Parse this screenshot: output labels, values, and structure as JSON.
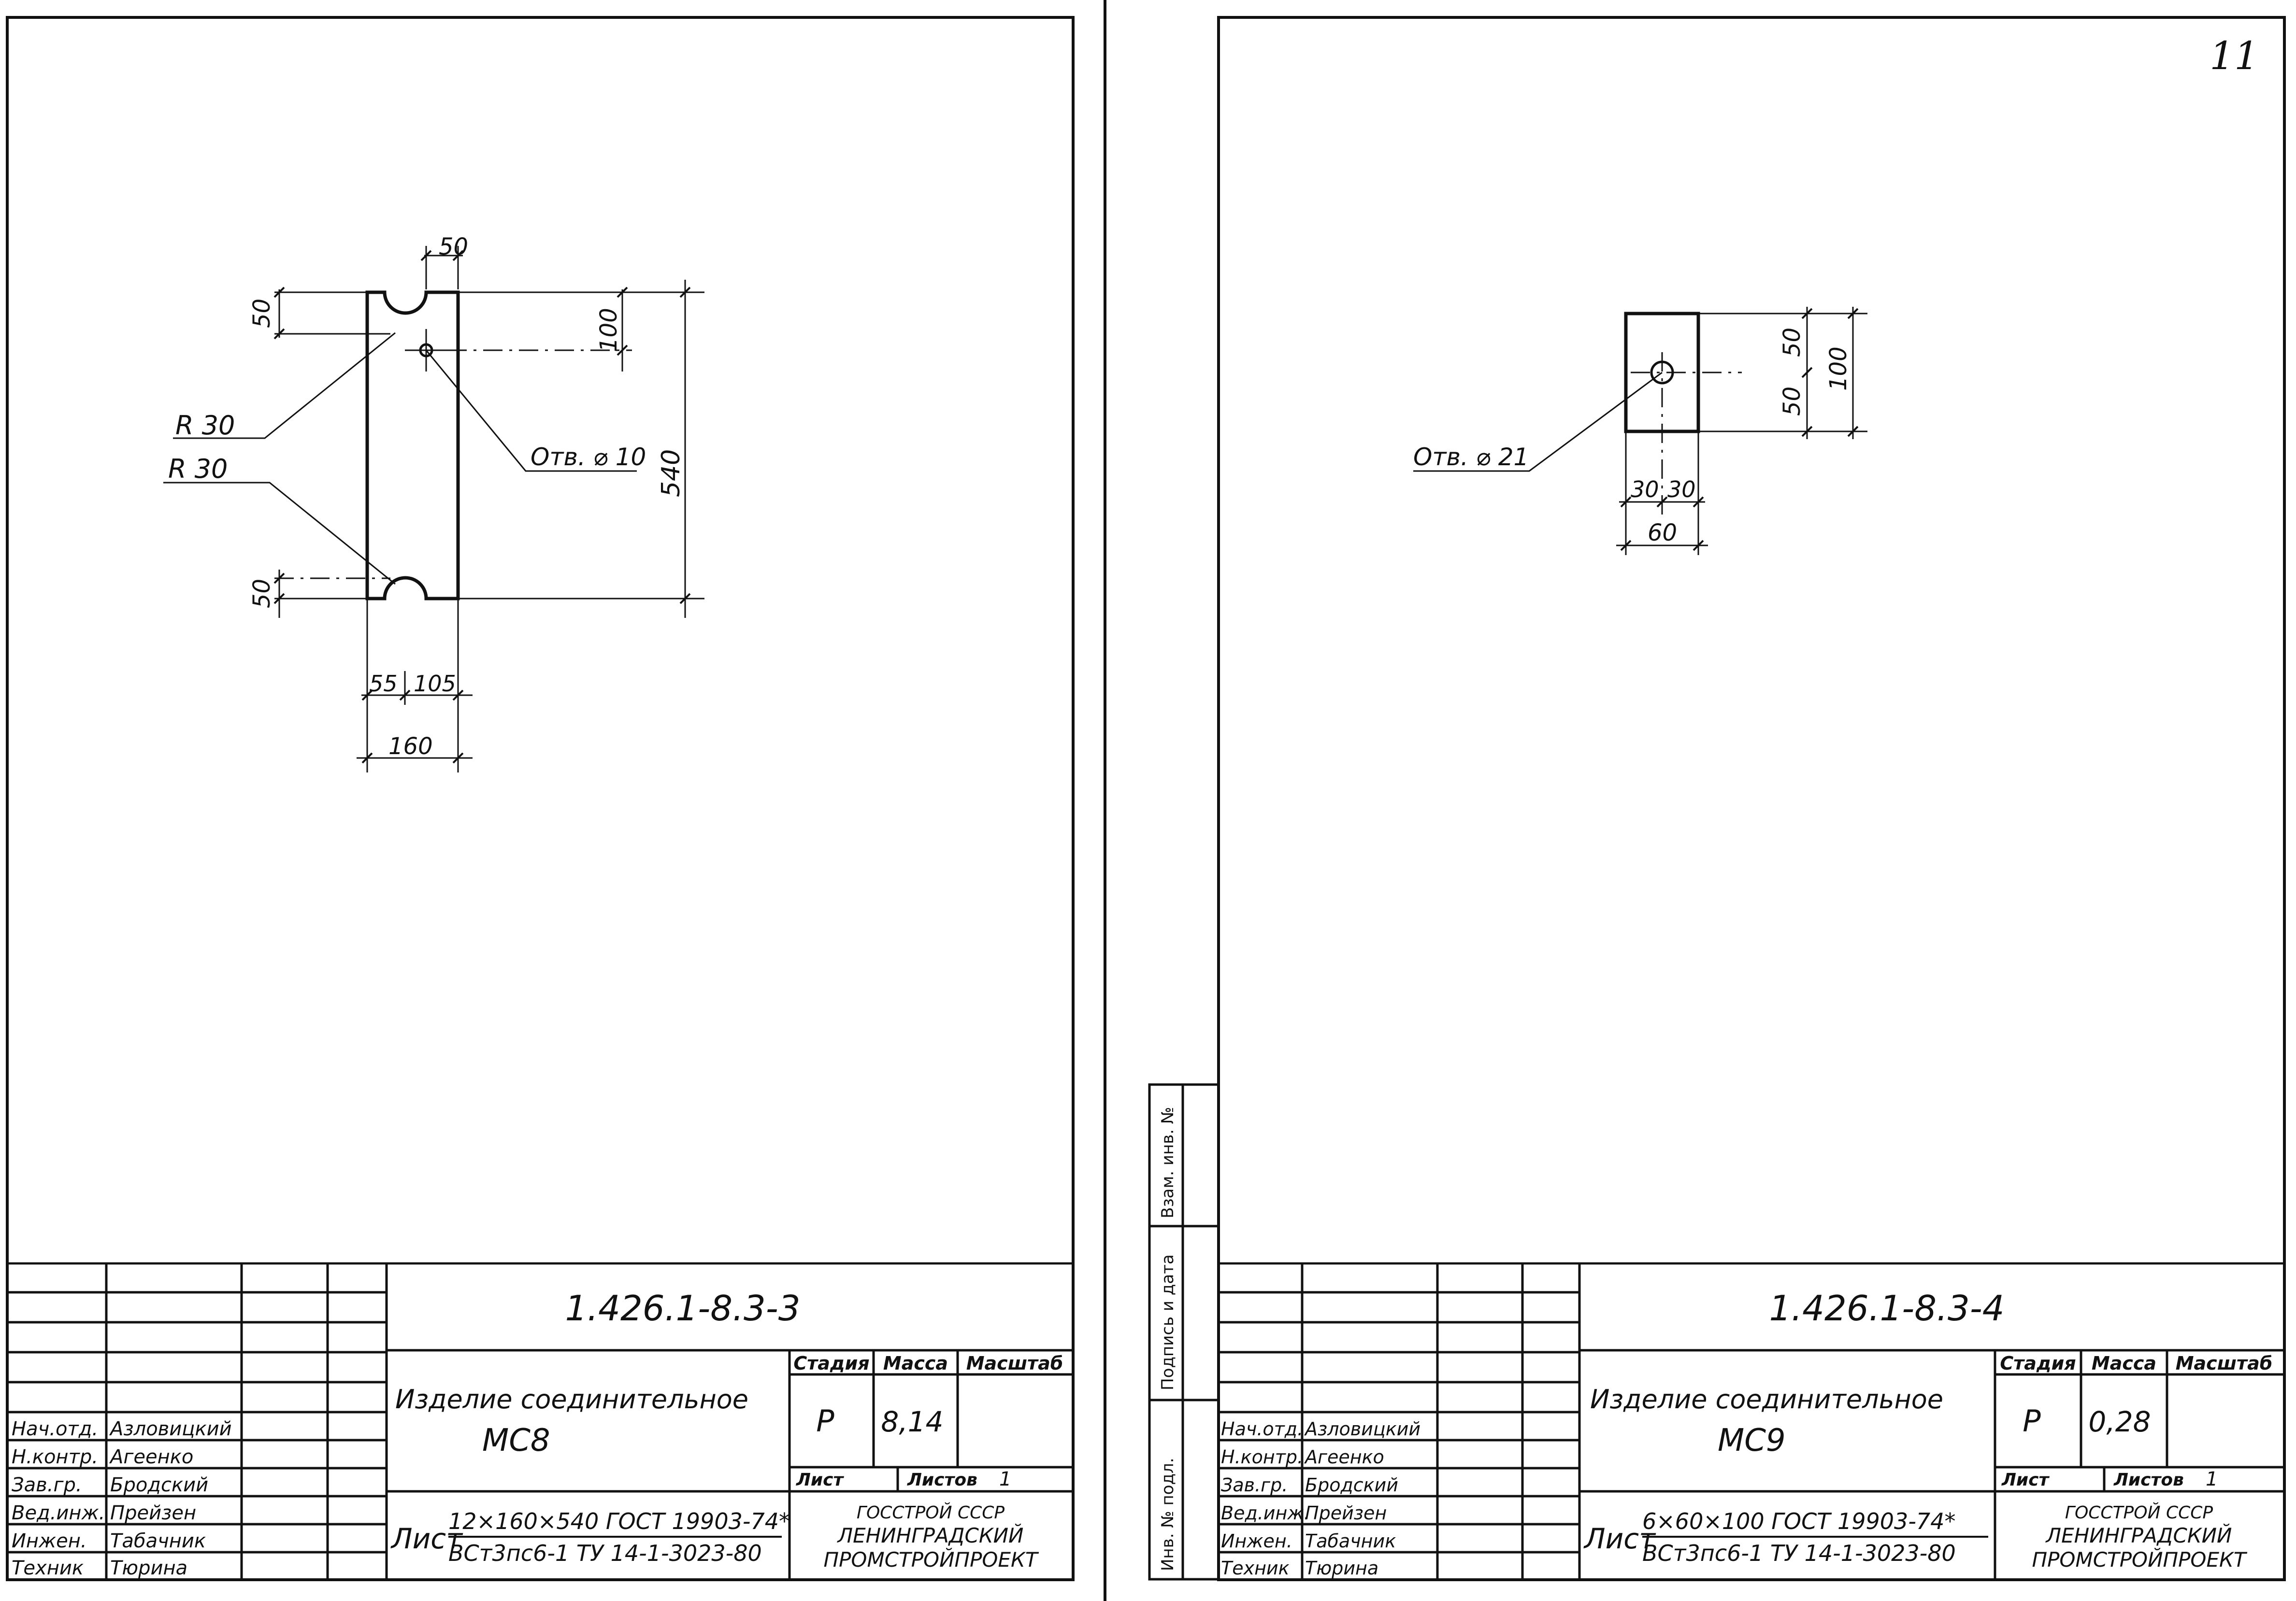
{
  "left_sheet": {
    "code": "1.426.1-8.3-3",
    "title_line1": "Изделие соединительное",
    "title_line2": "МС8",
    "stage_header": "Стадия",
    "mass_header": "Масса",
    "scale_header": "Масштаб",
    "stage": "Р",
    "mass": "8,14",
    "sheet_label": "Лист",
    "sheets_label": "Листов",
    "sheets_count": "1",
    "material_prefix": "Лист",
    "material_top": "12×160×540 ГОСТ 19903-74*",
    "material_bottom": "ВСт3пс6-1 ТУ 14-1-3023-80",
    "org_line1": "ГОССТРОЙ СССР",
    "org_line2": "ЛЕНИНГРАДСКИЙ",
    "org_line3": "ПРОМСТРОЙПРОЕКТ",
    "signatures": [
      {
        "role": "Нач.отд.",
        "name": "Азловицкий"
      },
      {
        "role": "Н.контр.",
        "name": "Агеенко"
      },
      {
        "role": "Зав.гр.",
        "name": "Бродский"
      },
      {
        "role": "Вед.инж.",
        "name": "Прейзен"
      },
      {
        "role": "Инжен.",
        "name": "Табачник"
      },
      {
        "role": "Техник",
        "name": "Тюрина"
      }
    ],
    "dims": {
      "d50_top": "50",
      "d50_top_notch": "50",
      "d100": "100",
      "d540": "540",
      "d50_bottom_notch": "50",
      "d55": "55",
      "d105": "105",
      "d160": "160",
      "r30_a": "R 30",
      "r30_b": "R 30",
      "hole": "Отв. ⌀ 10"
    }
  },
  "right_sheet": {
    "sheet_number": "11",
    "code": "1.426.1-8.3-4",
    "title_line1": "Изделие соединительное",
    "title_line2": "МС9",
    "stage_header": "Стадия",
    "mass_header": "Масса",
    "scale_header": "Масштаб",
    "stage": "Р",
    "mass": "0,28",
    "sheet_label": "Лист",
    "sheets_label": "Листов",
    "sheets_count": "1",
    "material_prefix": "Лист",
    "material_top": "6×60×100 ГОСТ 19903-74*",
    "material_bottom": "ВСт3пс6-1 ТУ 14-1-3023-80",
    "org_line1": "ГОССТРОЙ СССР",
    "org_line2": "ЛЕНИНГРАДСКИЙ",
    "org_line3": "ПРОМСТРОЙПРОЕКТ",
    "signatures": [
      {
        "role": "Нач.отд.",
        "name": "Азловицкий"
      },
      {
        "role": "Н.контр.",
        "name": "Агеенко"
      },
      {
        "role": "Зав.гр.",
        "name": "Бродский"
      },
      {
        "role": "Вед.инж.",
        "name": "Прейзен"
      },
      {
        "role": "Инжен.",
        "name": "Табачник"
      },
      {
        "role": "Техник",
        "name": "Тюрина"
      }
    ],
    "side_strip": [
      "Взам. инв. №",
      "Подпись и дата",
      "Инв. № подл."
    ],
    "dims": {
      "d50_a": "50",
      "d50_b": "50",
      "d100": "100",
      "d30_a": "30",
      "d30_b": "30",
      "d60": "60",
      "hole": "Отв. ⌀ 21"
    }
  }
}
